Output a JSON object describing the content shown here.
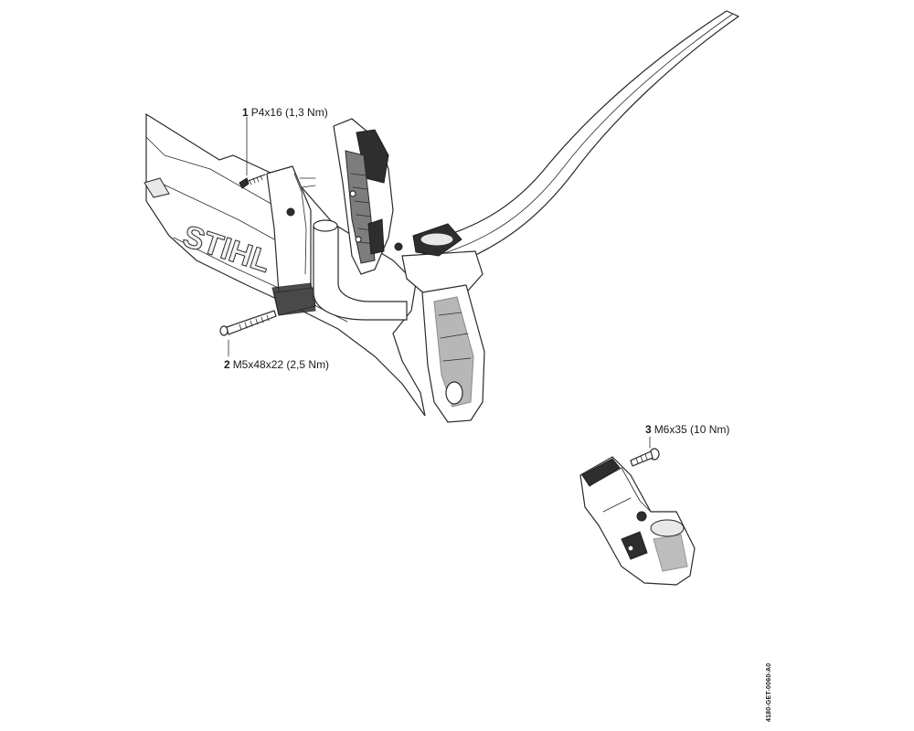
{
  "callouts": [
    {
      "number": "1",
      "label": "P4x16 (1,3 Nm)"
    },
    {
      "number": "2",
      "label": "M5x48x22 (2,5 Nm)"
    },
    {
      "number": "3",
      "label": "M6x35 (10 Nm)"
    }
  ],
  "brand_mark": "STIHL",
  "document_id": "4180-GET-0060-A0"
}
